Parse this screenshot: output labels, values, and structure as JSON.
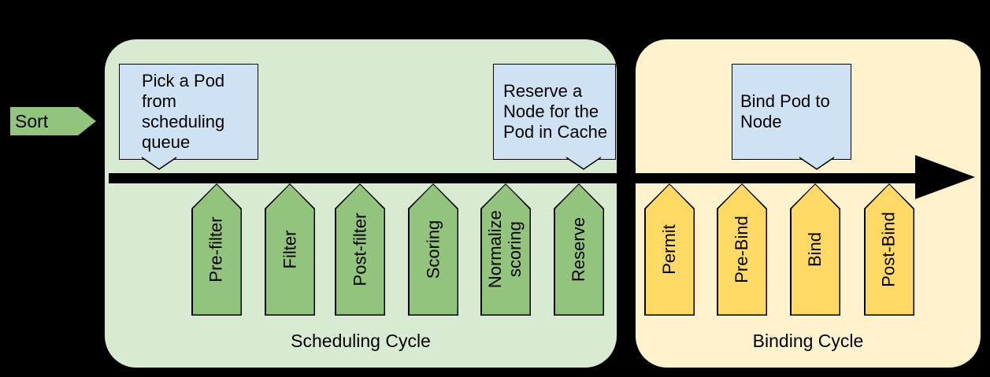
{
  "colors": {
    "background": "#000000",
    "scheduling-box": "#d9ead3",
    "scheduling-stage": "#93c47d",
    "binding-box": "#fff2cc",
    "binding-stage": "#ffd966",
    "callout": "#cfe2f3",
    "outline": "#000000",
    "arrow": "#000000",
    "text": "#000000"
  },
  "sort": {
    "label": "Sort"
  },
  "callouts": {
    "pick_pod": "Pick a Pod from\nscheduling\nqueue",
    "reserve_node": "Reserve a\nNode for the\nPod in Cache",
    "bind_pod": "Bind Pod to\nNode"
  },
  "scheduling_cycle": {
    "title": "Scheduling Cycle",
    "stages": [
      "Pre-filter",
      "Filter",
      "Post-filter",
      "Scoring",
      "Normalize scoring",
      "Reserve"
    ]
  },
  "binding_cycle": {
    "title": "Binding Cycle",
    "stages": [
      "Permit",
      "Pre-Bind",
      "Bind",
      "Post-Bind"
    ]
  }
}
